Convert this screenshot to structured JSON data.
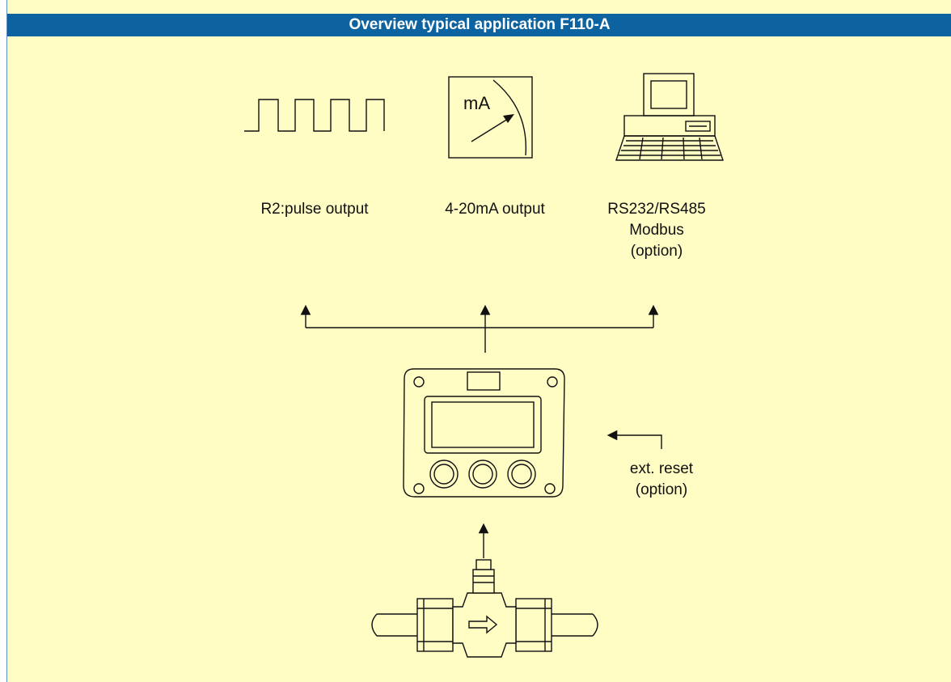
{
  "title": "Overview typical application F110-A",
  "colors": {
    "title_bar": "#0c63a0",
    "title_text": "#ffffff",
    "background": "#fffcc4",
    "line": "#111111"
  },
  "meter_unit": "mA",
  "outputs": {
    "pulse": "R2:pulse output",
    "analog": "4-20mA output",
    "comm_line1": "RS232/RS485",
    "comm_line2": "Modbus",
    "comm_line3": "(option)"
  },
  "reset": {
    "line1": "ext. reset",
    "line2": "(option)"
  },
  "icons": [
    "square-wave-icon",
    "ammeter-icon",
    "computer-icon",
    "indicator-device-icon",
    "flow-sensor-icon"
  ]
}
